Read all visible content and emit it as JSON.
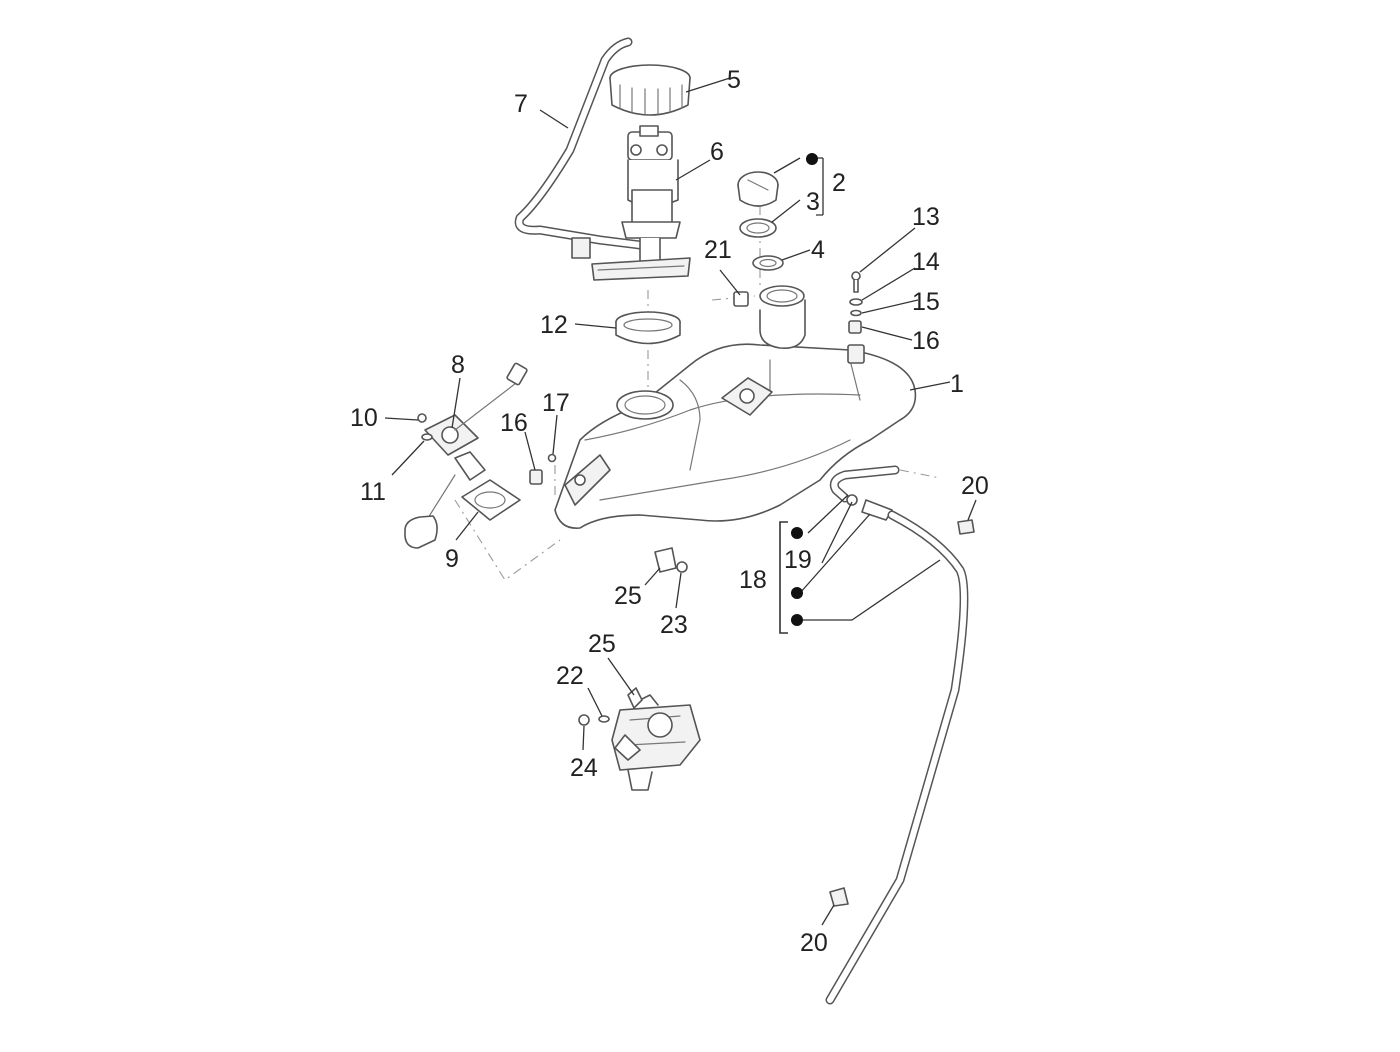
{
  "callouts": [
    {
      "id": "c1",
      "text": "1"
    },
    {
      "id": "c2",
      "text": "2"
    },
    {
      "id": "c3",
      "text": "3"
    },
    {
      "id": "c4",
      "text": "4"
    },
    {
      "id": "c5",
      "text": "5"
    },
    {
      "id": "c6",
      "text": "6"
    },
    {
      "id": "c7",
      "text": "7"
    },
    {
      "id": "c8",
      "text": "8"
    },
    {
      "id": "c9",
      "text": "9"
    },
    {
      "id": "c10",
      "text": "10"
    },
    {
      "id": "c11",
      "text": "11"
    },
    {
      "id": "c12",
      "text": "12"
    },
    {
      "id": "c13",
      "text": "13"
    },
    {
      "id": "c14",
      "text": "14"
    },
    {
      "id": "c15",
      "text": "15"
    },
    {
      "id": "c16a",
      "text": "16"
    },
    {
      "id": "c16b",
      "text": "16"
    },
    {
      "id": "c17",
      "text": "17"
    },
    {
      "id": "c18",
      "text": "18"
    },
    {
      "id": "c19",
      "text": "19"
    },
    {
      "id": "c20a",
      "text": "20"
    },
    {
      "id": "c20b",
      "text": "20"
    },
    {
      "id": "c21",
      "text": "21"
    },
    {
      "id": "c22",
      "text": "22"
    },
    {
      "id": "c23",
      "text": "23"
    },
    {
      "id": "c24",
      "text": "24"
    },
    {
      "id": "c25a",
      "text": "25"
    },
    {
      "id": "c25b",
      "text": "25"
    }
  ],
  "colors": {
    "line": "#555555",
    "label": "#222222",
    "background": "#ffffff"
  }
}
